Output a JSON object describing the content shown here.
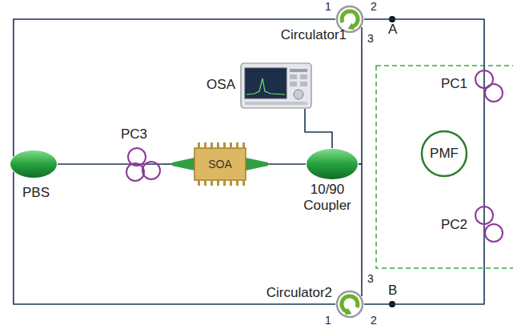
{
  "diagram": {
    "nodes": [
      {
        "text": [
          "Circulator1"
        ]
      },
      {
        "text": [
          "OSA"
        ]
      },
      {
        "text": [
          "PBS"
        ]
      },
      {
        "text": [
          "PC3"
        ]
      },
      {
        "text": [
          "SOA"
        ]
      },
      {
        "text": [
          "10/90 Coupler"
        ]
      },
      {
        "text": [
          "Circulator2"
        ]
      },
      {
        "text": [
          "PC1"
        ]
      },
      {
        "text": [
          "PMF"
        ]
      },
      {
        "text": [
          "PC2"
        ]
      }
    ],
    "edges": [
      {
        "from": 2,
        "to": 0,
        "arrow": "none"
      },
      {
        "from": 0,
        "to": 7,
        "arrow": "none"
      },
      {
        "from": 7,
        "to": 9,
        "arrow": "none"
      },
      {
        "from": 9,
        "to": 6,
        "arrow": "none"
      },
      {
        "from": 0,
        "to": 5,
        "arrow": "none"
      },
      {
        "from": 5,
        "to": 6,
        "arrow": "none"
      },
      {
        "from": 6,
        "to": 2,
        "arrow": "none"
      },
      {
        "from": 2,
        "to": 3,
        "arrow": "none"
      },
      {
        "from": 3,
        "to": 4,
        "arrow": "none"
      },
      {
        "from": 4,
        "to": 5,
        "arrow": "none"
      },
      {
        "from": 1,
        "to": 5,
        "arrow": "none"
      }
    ],
    "labels": [
      "1",
      "2",
      "3",
      "A",
      "3",
      "1",
      "2",
      "B"
    ]
  }
}
